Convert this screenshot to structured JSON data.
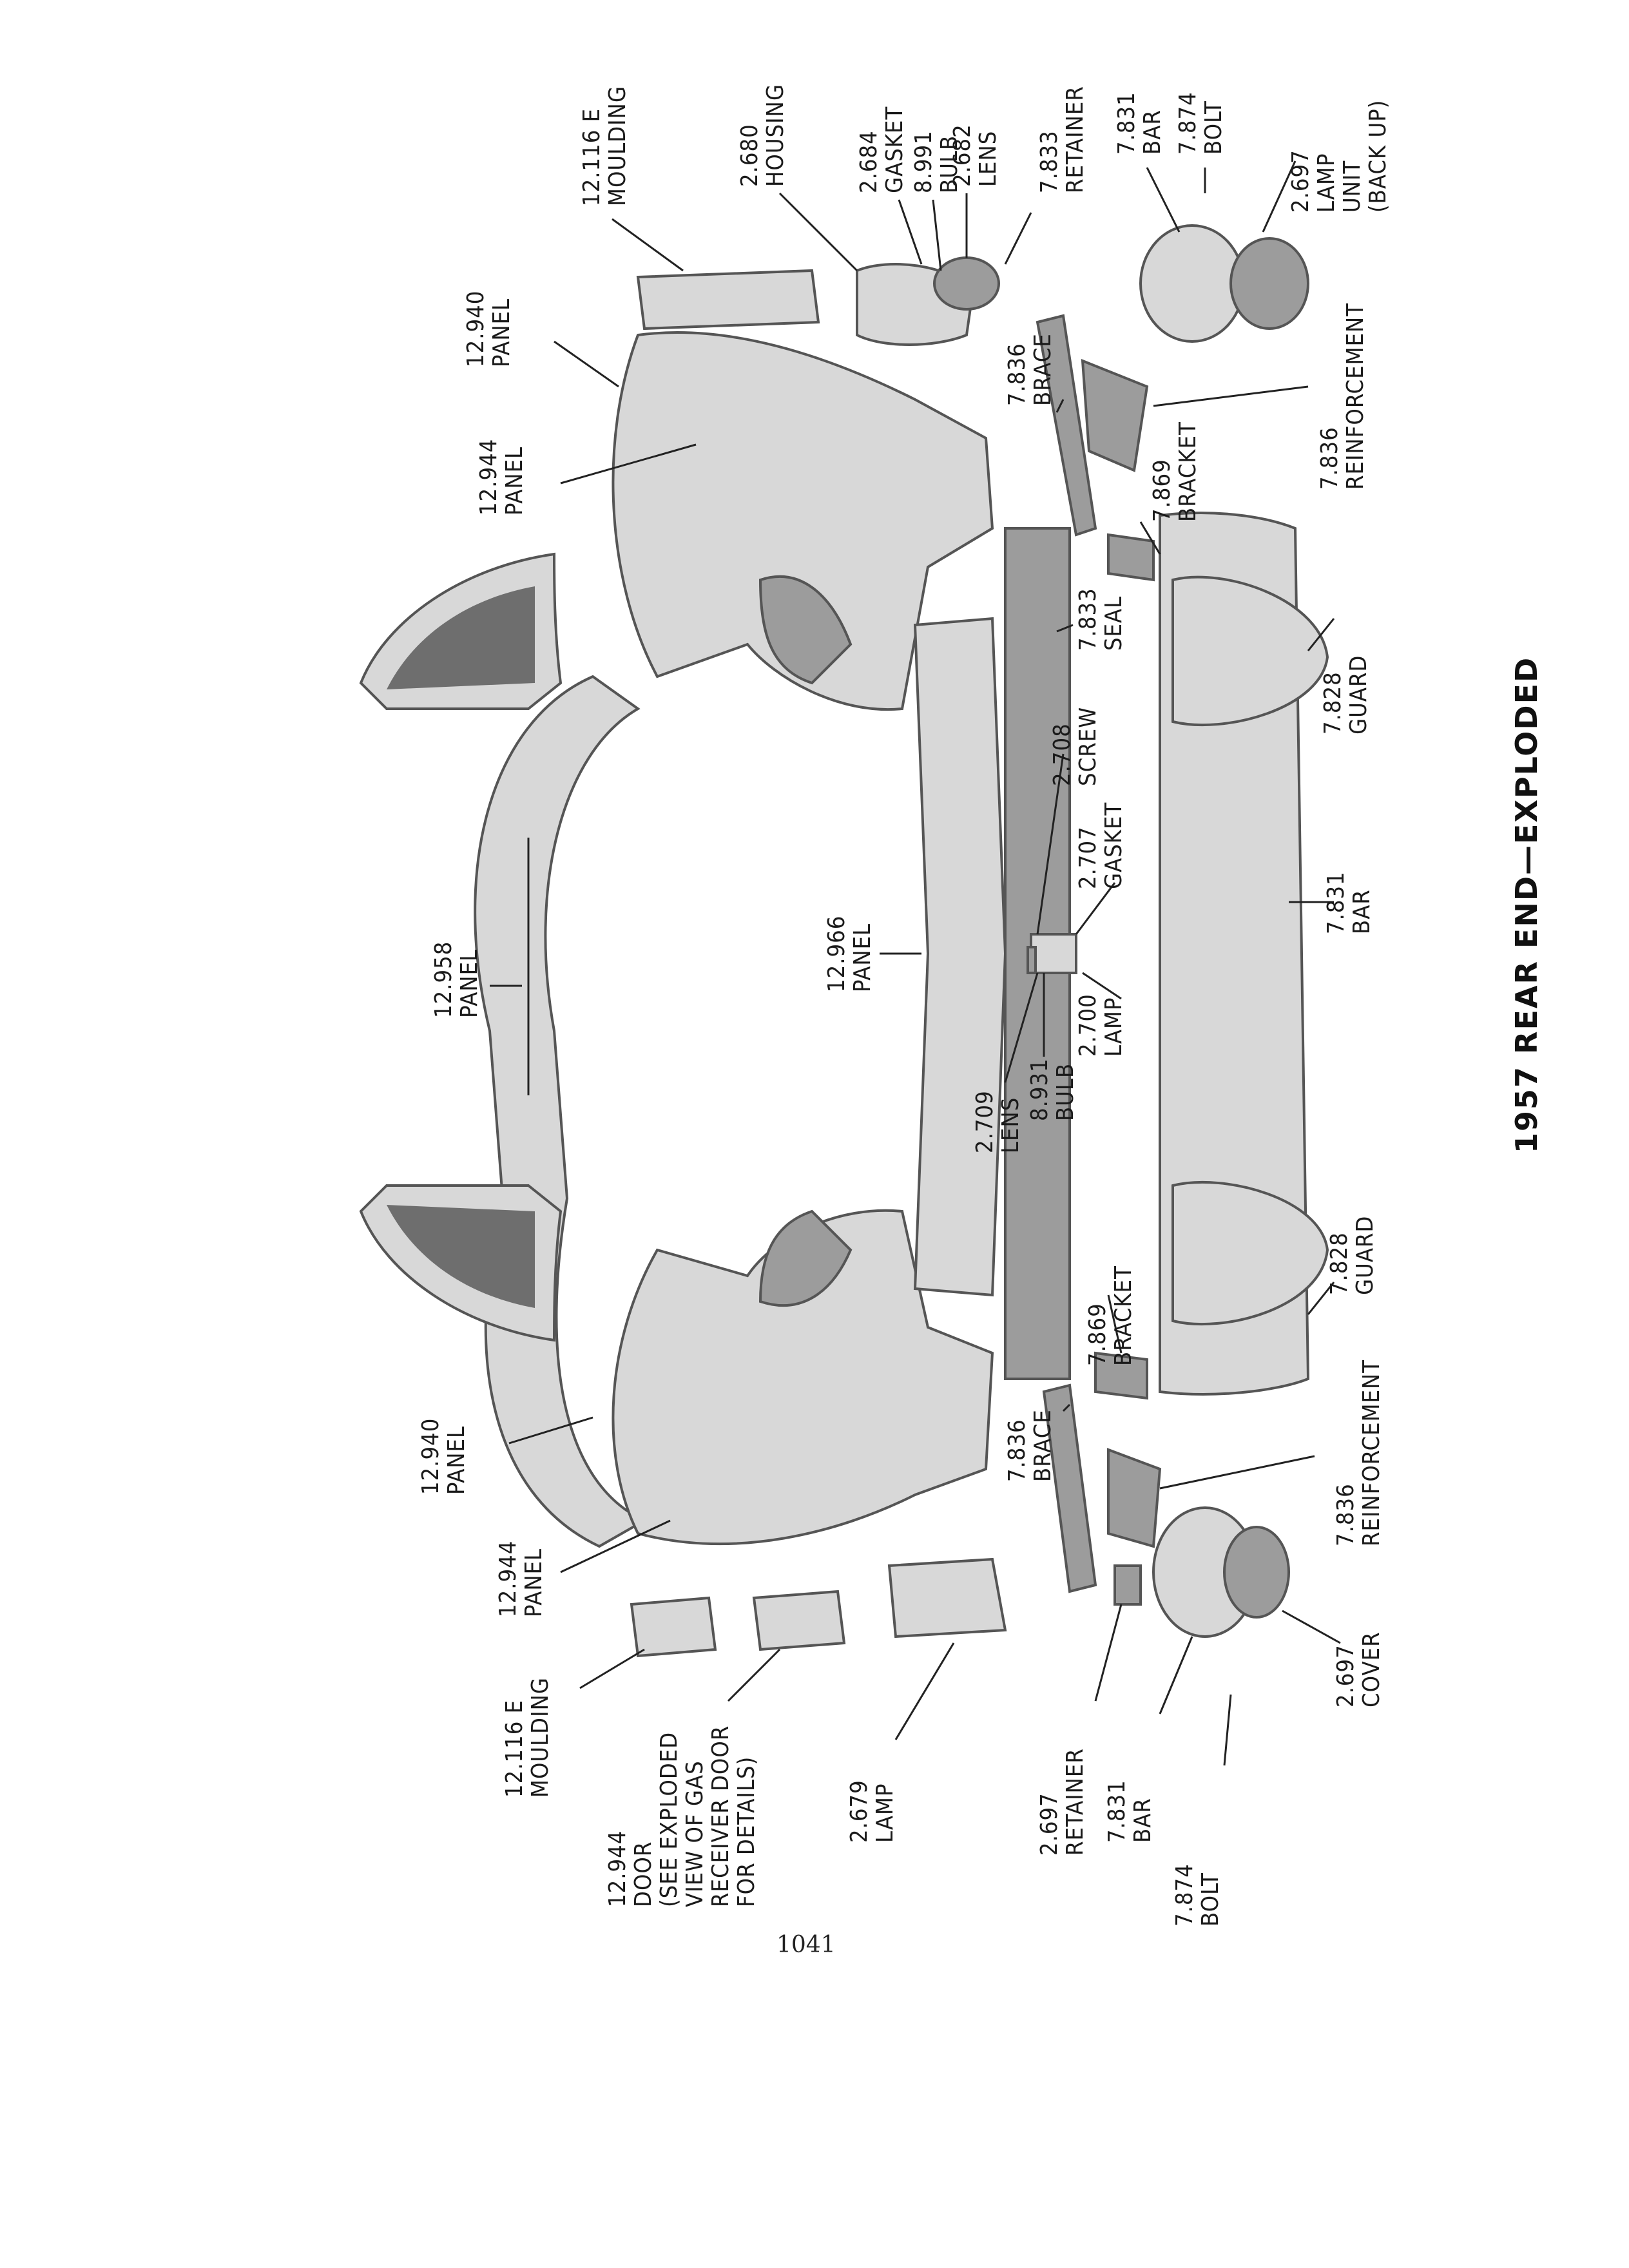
{
  "title": "1957 REAR END—EXPLODED",
  "page_number": "1041",
  "callouts": [
    {
      "id": "c01",
      "number": "12.116 E",
      "name": "MOULDING"
    },
    {
      "id": "c02",
      "number": "2.680",
      "name": "HOUSING"
    },
    {
      "id": "c03",
      "number": "2.684",
      "name": "GASKET"
    },
    {
      "id": "c04",
      "number": "8.991",
      "name": "BULB"
    },
    {
      "id": "c05",
      "number": "2.682",
      "name": "LENS"
    },
    {
      "id": "c06",
      "number": "7.833",
      "name": "RETAINER"
    },
    {
      "id": "c07",
      "number": "7.831",
      "name": "BAR"
    },
    {
      "id": "c08",
      "number": "7.874",
      "name": "BOLT"
    },
    {
      "id": "c09",
      "number": "2.697",
      "name": "LAMP",
      "extra": [
        "UNIT",
        "(BACK UP)"
      ]
    },
    {
      "id": "c10",
      "number": "12.940",
      "name": "PANEL"
    },
    {
      "id": "c11",
      "number": "7.836",
      "name": "BRACE"
    },
    {
      "id": "c12",
      "number": "7.836",
      "name": "REINFORCEMENT"
    },
    {
      "id": "c13",
      "number": "12.944",
      "name": "PANEL"
    },
    {
      "id": "c14",
      "number": "7.869",
      "name": "BRACKET"
    },
    {
      "id": "c15",
      "number": "7.833",
      "name": "SEAL"
    },
    {
      "id": "c16",
      "number": "7.828",
      "name": "GUARD"
    },
    {
      "id": "c17",
      "number": "2.708",
      "name": "SCREW"
    },
    {
      "id": "c18",
      "number": "2.707",
      "name": "GASKET"
    },
    {
      "id": "c19",
      "number": "12.966",
      "name": "PANEL"
    },
    {
      "id": "c20",
      "number": "7.831",
      "name": "BAR"
    },
    {
      "id": "c21",
      "number": "12.958",
      "name": "PANEL"
    },
    {
      "id": "c22",
      "number": "2.700",
      "name": "LAMP"
    },
    {
      "id": "c23",
      "number": "8.931",
      "name": "BULB"
    },
    {
      "id": "c24",
      "number": "2.709",
      "name": "LENS"
    },
    {
      "id": "c25",
      "number": "7.869",
      "name": "BRACKET"
    },
    {
      "id": "c26",
      "number": "7.828",
      "name": "GUARD"
    },
    {
      "id": "c27",
      "number": "12.940",
      "name": "PANEL"
    },
    {
      "id": "c28",
      "number": "7.836",
      "name": "REINFORCEMENT"
    },
    {
      "id": "c29",
      "number": "7.836",
      "name": "BRACE"
    },
    {
      "id": "c30",
      "number": "12.944",
      "name": "PANEL"
    },
    {
      "id": "c31",
      "number": "12.116 E",
      "name": "MOULDING"
    },
    {
      "id": "c32",
      "number": "2.697",
      "name": "COVER"
    },
    {
      "id": "c33",
      "number": "12.944",
      "name": "DOOR",
      "extra": [
        "(SEE EXPLODED",
        "VIEW OF GAS",
        "RECEIVER DOOR",
        "FOR DETAILS)"
      ]
    },
    {
      "id": "c34",
      "number": "2.679",
      "name": "LAMP"
    },
    {
      "id": "c35",
      "number": "2.697",
      "name": "RETAINER"
    },
    {
      "id": "c36",
      "number": "7.831",
      "name": "BAR"
    },
    {
      "id": "c37",
      "number": "7.874",
      "name": "BOLT"
    }
  ]
}
